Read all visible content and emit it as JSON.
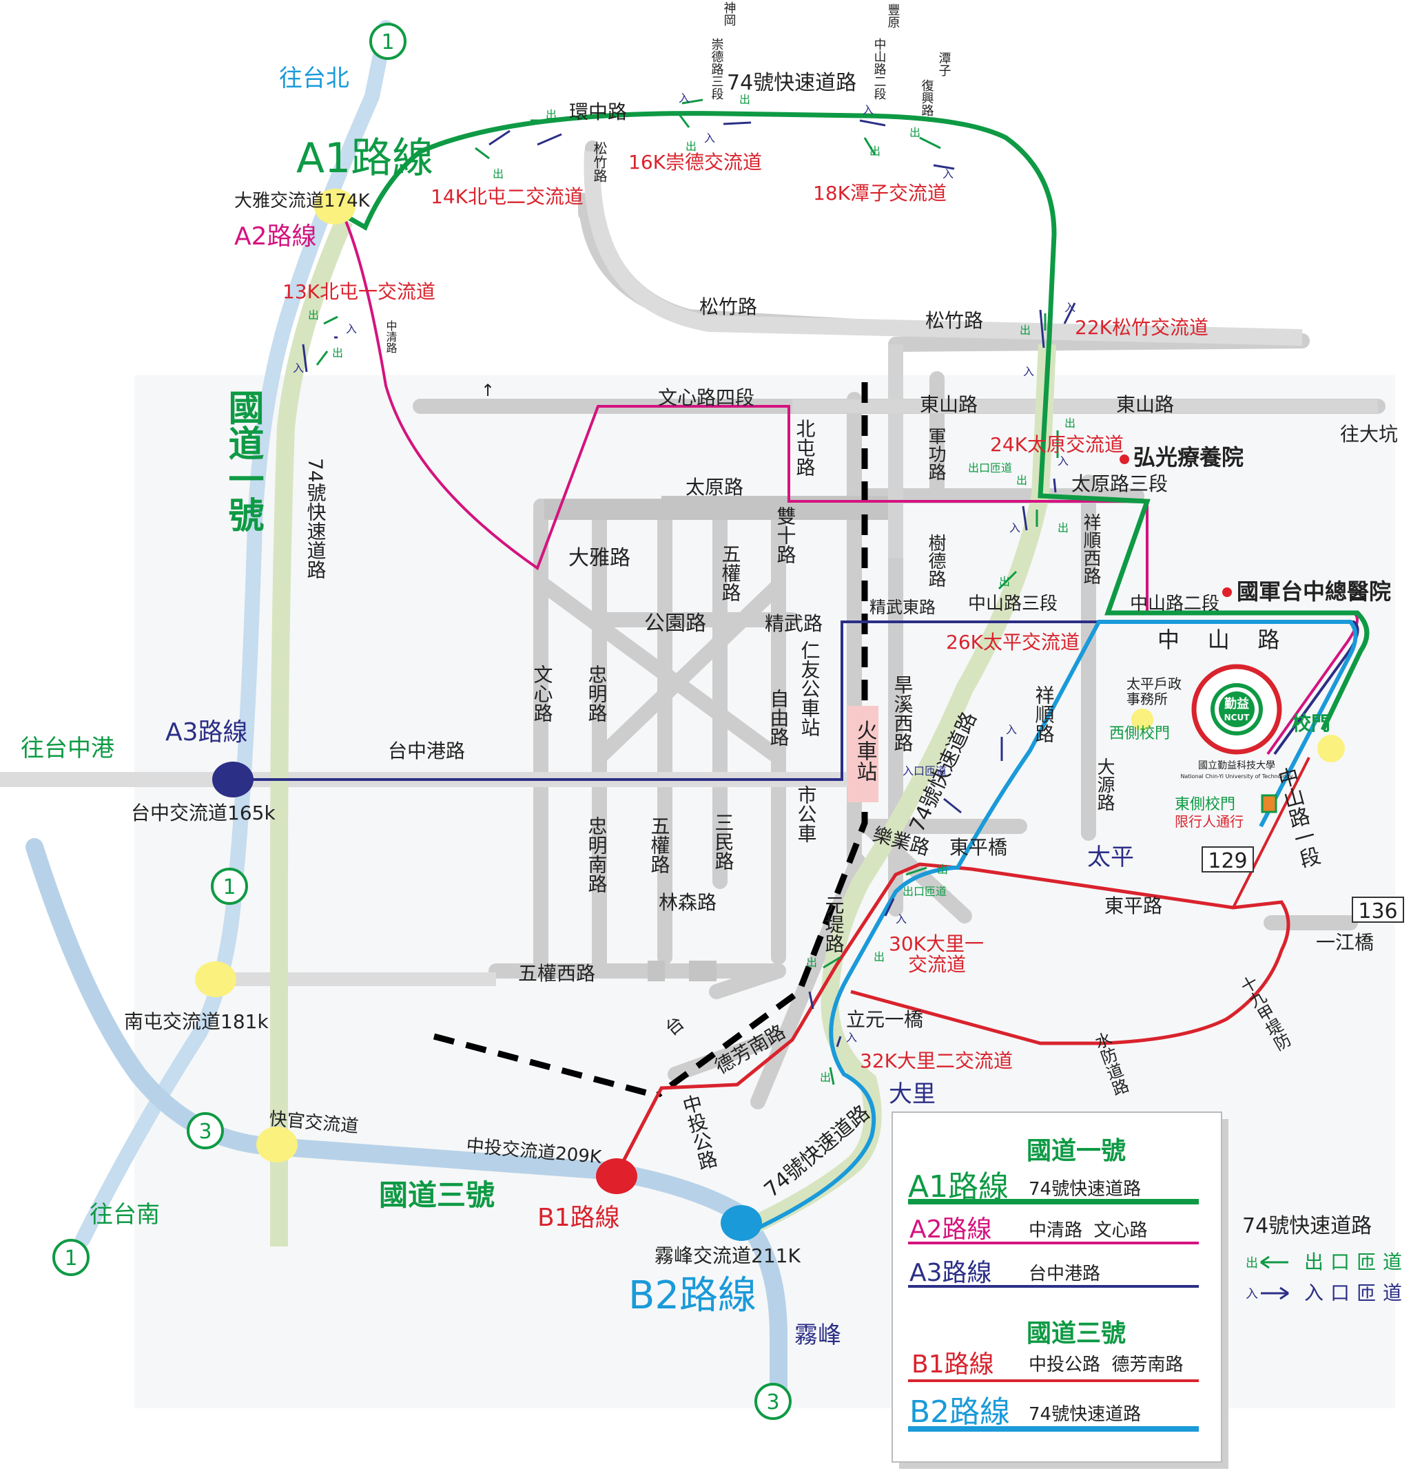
{
  "colors": {
    "a1": "#0e9a44",
    "a2": "#d4137f",
    "a3": "#2b2f86",
    "b1": "#d9232d",
    "b2": "#1a9ad9",
    "highway_blue": "#b7d2e8",
    "expressway": "#d7e4c0",
    "road_gray": "#cdcdcd",
    "label_red": "#d9232d",
    "label_green": "#0e9a44",
    "label_navy": "#2b2f86",
    "label_cyan": "#1a9ad9",
    "text_dark": "#222222"
  },
  "route_labels": {
    "a1": "A1路線",
    "a2": "A2路線",
    "a3": "A3路線",
    "b1": "B1路線",
    "b2": "B2路線"
  },
  "highways": {
    "national1_vertical": "國道一號",
    "national3": "國道三號",
    "exp74_west": "74號快速道路",
    "exp74_east": "74號快速道路",
    "exp74_south": "74號快速道路",
    "exp74_top": "74號快速道路",
    "shield1": "1",
    "shield3": "3"
  },
  "directions": {
    "to_taipei": "往台北",
    "to_taichung_port": "往台中港",
    "to_tainan": "往台南",
    "to_dakeng": "往大坑",
    "wufeng": "霧峰",
    "dali": "大里",
    "taiping": "太平"
  },
  "interchanges": {
    "daya": "大雅交流道174K",
    "taichung": "台中交流道165k",
    "nantun": "南屯交流道181k",
    "kuaiguan": "快官交流道",
    "zhongtou": "中投交流道209K",
    "wufeng_ic": "霧峰交流道211K",
    "ic13k": "13K北屯一交流道",
    "ic14k": "14K北屯二交流道",
    "ic16k": "16K崇德交流道",
    "ic18k": "18K潭子交流道",
    "ic22k": "22K松竹交流道",
    "ic24k": "24K太原交流道",
    "ic26k": "26K太平交流道",
    "ic30k_1": "30K大里一",
    "ic30k_2": "交流道",
    "ic32k": "32K大里二交流道"
  },
  "roads": {
    "huanzhong": "環中路",
    "songzhu1": "松竹路",
    "songzhu2": "松竹路",
    "songzhu_v": "松竹路",
    "wenxin4": "文心路四段",
    "dongshan1": "東山路",
    "dongshan2": "東山路",
    "taiyuan": "太原路",
    "taiyuan3": "太原路三段",
    "beitun": "北屯路",
    "jungong": "軍功路",
    "shude": "樹德路",
    "xiangshun_w": "祥順西路",
    "xiangshun": "祥順路",
    "zhongshan3": "中山路三段",
    "zhongshan2": "中山路二段",
    "zhongshan_big": "中    山    路",
    "zhongshan1": "中山路一段",
    "jingwu_e": "精武東路",
    "jingwu": "精武路",
    "shuangshi": "雙十路",
    "wuquan": "五權路",
    "daya_rd": "大雅路",
    "park": "公園路",
    "renyou": "仁友公車站",
    "ziyou": "自由路",
    "wenxin": "文心路",
    "zhongming": "忠明路",
    "zhongming_s": "忠明南路",
    "wuquan_s": "五權路",
    "sanmin": "三民路",
    "linsen": "林森路",
    "wuquan_w": "五權西路",
    "city_bus": "市公車",
    "train": "火車站",
    "hanxi_w": "旱溪西路",
    "dayuan": "大源路",
    "taichung_port_rd": "台中港路",
    "leye": "樂業路",
    "dongping_bridge": "東平橋",
    "dongping": "東平路",
    "yuanti": "元堤路",
    "lisyuan_bridge": "立元一橋",
    "defang_s": "德芳南路",
    "zhongtou_hwy": "中投公路",
    "tai": "台",
    "yijiang_bridge": "一江橋",
    "levee": "十九甲堤防",
    "water_road": "水防道路",
    "zhongqing": "中清路",
    "chongde3": "崇德路三段",
    "shengang": "神岡",
    "fengyuan": "豐原",
    "zhongshan2_v": "中山路二段",
    "tanzi": "潭子",
    "fuxing": "復興路",
    "route129": "129",
    "route136": "136"
  },
  "landmarks": {
    "hongguang": "弘光療養院",
    "armed_forces": "國軍台中總醫院",
    "household": "太平戶政",
    "household2": "事務所",
    "west_gate": "西側校門",
    "east_gate": "東側校門",
    "pedestrian_only": "限行人通行",
    "school_gate": "校門",
    "univ_cn": "國立勤益科技大學",
    "univ_en": "National Chin-Yi University of Technology",
    "logo_cn": "勤益",
    "logo_en": "NCUT"
  },
  "ramps": {
    "exit": "出",
    "entry": "入",
    "exit_ramp_small": "出口匝道",
    "entry_ramp_small": "入口匝道"
  },
  "legend": {
    "n1_title": "國道一號",
    "a1_label": "A1路線",
    "a1_desc": "74號快速道路",
    "a2_label": "A2路線",
    "a2_desc": "中清路  文心路",
    "a3_label": "A3路線",
    "a3_desc": "台中港路",
    "n3_title": "國道三號",
    "b1_label": "B1路線",
    "b1_desc": "中投公路  德芳南路",
    "b2_label": "B2路線",
    "b2_desc": "74號快速道路",
    "exp_title": "74號快速道路",
    "exit_label": "出口匝道",
    "entry_label": "入口匝道",
    "exit_char": "出",
    "entry_char": "入"
  },
  "misc": {
    "north_arrow": "↑"
  }
}
